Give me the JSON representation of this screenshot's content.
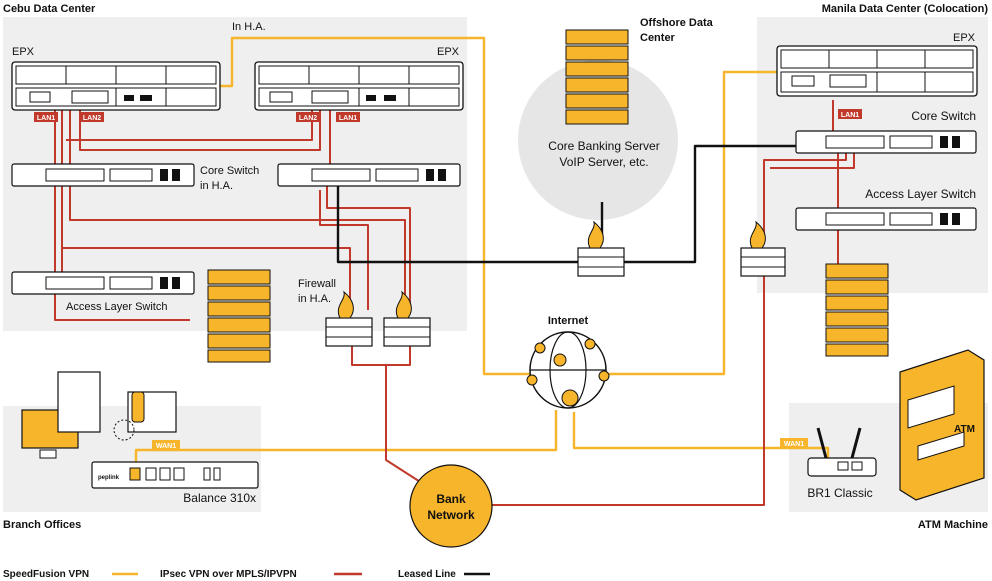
{
  "sites": {
    "cebu": "Cebu Data Center",
    "manila": "Manila Data Center (Colocation)",
    "offshore": "Offshore Data\nCenter",
    "branch": "Branch Offices",
    "atm": "ATM Machine"
  },
  "labels": {
    "in_ha": "In H.A.",
    "epx_left": "EPX",
    "epx_right": "EPX",
    "epx_manila": "EPX",
    "lan1": "LAN1",
    "lan2": "LAN2",
    "core_switch_cebu": "Core Switch\nin H.A.",
    "access_switch_cebu": "Access Layer Switch",
    "firewall": "Firewall\nin H.A.",
    "internet": "Internet",
    "bank_network": "Bank\nNetwork",
    "core_banking": "Core Banking Server\nVoIP Server, etc.",
    "core_switch_manila": "Core Switch",
    "access_switch_manila": "Access Layer Switch",
    "balance": "Balance 310x",
    "br1": "BR1 Classic",
    "wan1": "WAN1",
    "atm_text": "ATM",
    "peplink": "peplink"
  },
  "legend": [
    {
      "label": "SpeedFusion VPN",
      "color": "#F7B52C"
    },
    {
      "label": "IPsec VPN over MPLS/IPVPN",
      "color": "#C0392B"
    },
    {
      "label": "Leased Line",
      "color": "#111111"
    }
  ],
  "colors": {
    "speedfusion": "#F7B52C",
    "ipsec": "#C0392B",
    "leased": "#111111",
    "panel": "#EFEFEF",
    "brand": "#F7B52C"
  }
}
